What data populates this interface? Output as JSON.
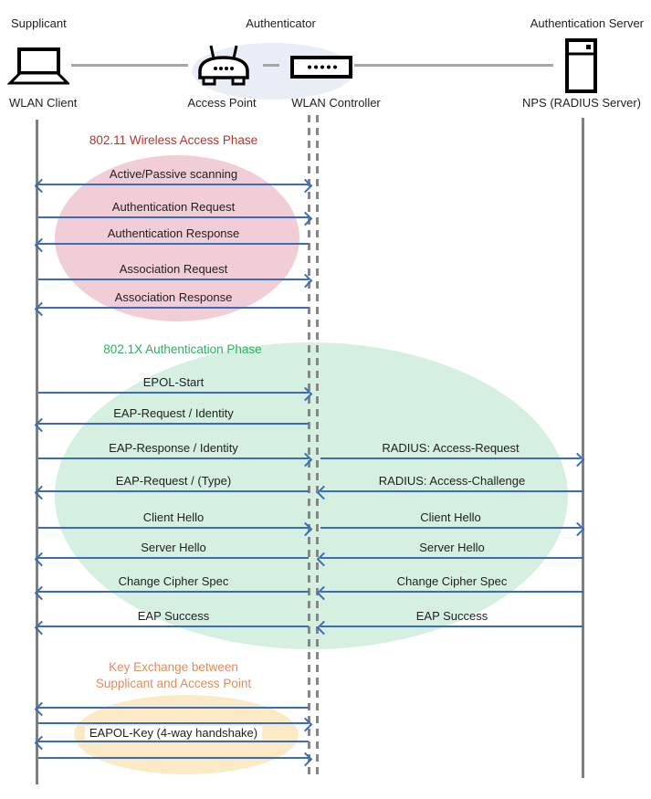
{
  "header": {
    "roles": {
      "supplicant": "Supplicant",
      "authenticator": "Authenticator",
      "auth_server": "Authentication Server"
    },
    "devices": {
      "wlan_client": "WLAN Client",
      "access_point": "Access Point",
      "wlan_controller": "WLAN Controller",
      "nps": "NPS (RADIUS Server)"
    }
  },
  "phases": {
    "wireless_access": {
      "title": "802.11 Wireless Access Phase",
      "color": "#B5342E"
    },
    "authentication": {
      "title": "802.1X Authentication Phase",
      "color": "#2FAF60"
    },
    "key_exchange": {
      "line1": "Key Exchange between",
      "line2": "Supplicant and Access Point",
      "color": "#E28C5C"
    }
  },
  "messages": {
    "client_to_authenticator": [
      {
        "label": "Active/Passive scanning",
        "direction": "both"
      },
      {
        "label": "Authentication Request",
        "direction": "right"
      },
      {
        "label": "Authentication Response",
        "direction": "left"
      },
      {
        "label": "Association Request",
        "direction": "right"
      },
      {
        "label": "Association Response",
        "direction": "left"
      },
      {
        "label": "EPOL-Start",
        "direction": "right"
      },
      {
        "label": "EAP-Request / Identity",
        "direction": "left"
      },
      {
        "label": "EAP-Response / Identity",
        "direction": "right"
      },
      {
        "label": "EAP-Request / (Type)",
        "direction": "left"
      },
      {
        "label": "Client Hello",
        "direction": "right"
      },
      {
        "label": "Server Hello",
        "direction": "left"
      },
      {
        "label": "Change Cipher Spec",
        "direction": "left"
      },
      {
        "label": "EAP Success",
        "direction": "left"
      },
      {
        "label": "",
        "direction": "left"
      },
      {
        "label": "",
        "direction": "right"
      },
      {
        "label": "EAPOL-Key (4-way handshake)",
        "direction": "left"
      },
      {
        "label": "",
        "direction": "right"
      }
    ],
    "authenticator_to_server": [
      {
        "label": "RADIUS: Access-Request",
        "direction": "right"
      },
      {
        "label": "RADIUS: Access-Challenge",
        "direction": "left"
      },
      {
        "label": "Client Hello",
        "direction": "right"
      },
      {
        "label": "Server Hello",
        "direction": "left"
      },
      {
        "label": "Change Cipher Spec",
        "direction": "left"
      },
      {
        "label": "EAP Success",
        "direction": "left"
      }
    ]
  },
  "colors": {
    "arrow_blue": "#3C6CB8",
    "lifeline_gray": "#7F7F7F",
    "connector_gray": "#A6A6A6",
    "pink_phase": "#F1CED5",
    "green_phase": "#D5F0E1",
    "yellow_phase": "#FCE9C6",
    "authenticator_ellipse": "#E9EDF6"
  }
}
